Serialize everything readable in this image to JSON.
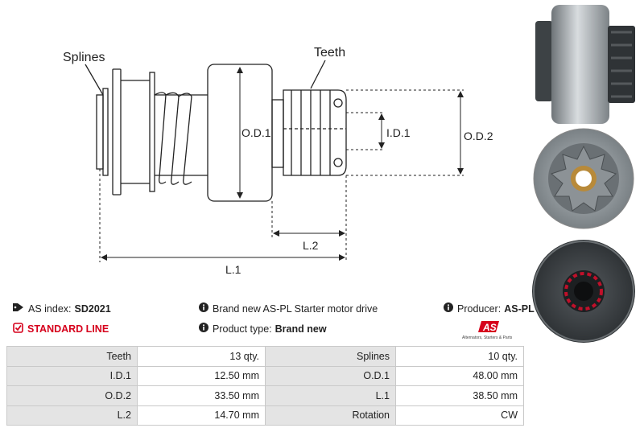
{
  "diagram": {
    "callouts": {
      "splines": "Splines",
      "teeth": "Teeth"
    },
    "dimensions": {
      "od1": "O.D.1",
      "id1": "I.D.1",
      "od2": "O.D.2",
      "l2": "L.2",
      "l1": "L.1"
    }
  },
  "info": {
    "as_index_label": "AS index:",
    "as_index_value": "SD2021",
    "standard_line": "STANDARD LINE",
    "brand_new_text": "Brand new AS-PL Starter motor drive",
    "product_type_label": "Product type:",
    "product_type_value": "Brand new",
    "producer_label": "Producer:",
    "producer_value": "AS-PL",
    "logo_text": "AS",
    "logo_tagline": "Alternators, Starters & Parts"
  },
  "colors": {
    "brand_red": "#d6001c",
    "label_bg": "#e4e4e4",
    "border": "#c9c9c9"
  },
  "icons": {
    "tag": "tag-icon",
    "check": "check-square-icon",
    "info": "info-icon"
  },
  "specs": [
    {
      "k1": "Teeth",
      "v1": "13 qty.",
      "k2": "Splines",
      "v2": "10 qty."
    },
    {
      "k1": "I.D.1",
      "v1": "12.50 mm",
      "k2": "O.D.1",
      "v2": "48.00 mm"
    },
    {
      "k1": "O.D.2",
      "v1": "33.50 mm",
      "k2": "L.1",
      "v2": "38.50 mm"
    },
    {
      "k1": "L.2",
      "v1": "14.70 mm",
      "k2": "Rotation",
      "v2": "CW"
    }
  ]
}
